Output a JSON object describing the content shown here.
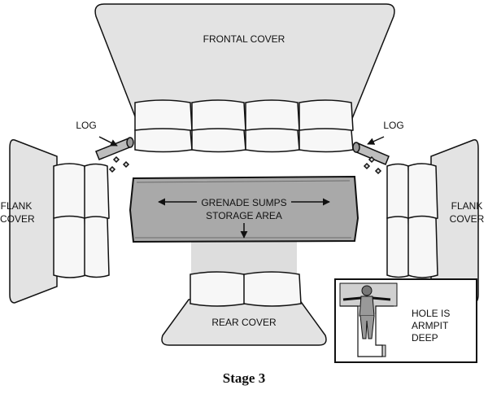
{
  "labels": {
    "frontal_cover": "FRONTAL COVER",
    "log_left": "LOG",
    "log_right": "LOG",
    "flank_left_1": "FLANK",
    "flank_left_2": "COVER",
    "flank_right_1": "FLANK",
    "flank_right_2": "COVER",
    "grenade_sumps": "GRENADE SUMPS",
    "storage_area": "STORAGE AREA",
    "rear_cover": "REAR COVER",
    "hole_1": "HOLE IS",
    "hole_2": "ARMPIT",
    "hole_3": "DEEP"
  },
  "caption": "Stage 3",
  "colors": {
    "cover_fill": "#e3e3e3",
    "pit_fill": "#a9a9a9",
    "bag_fill": "#f7f7f7",
    "ink": "#111111"
  }
}
